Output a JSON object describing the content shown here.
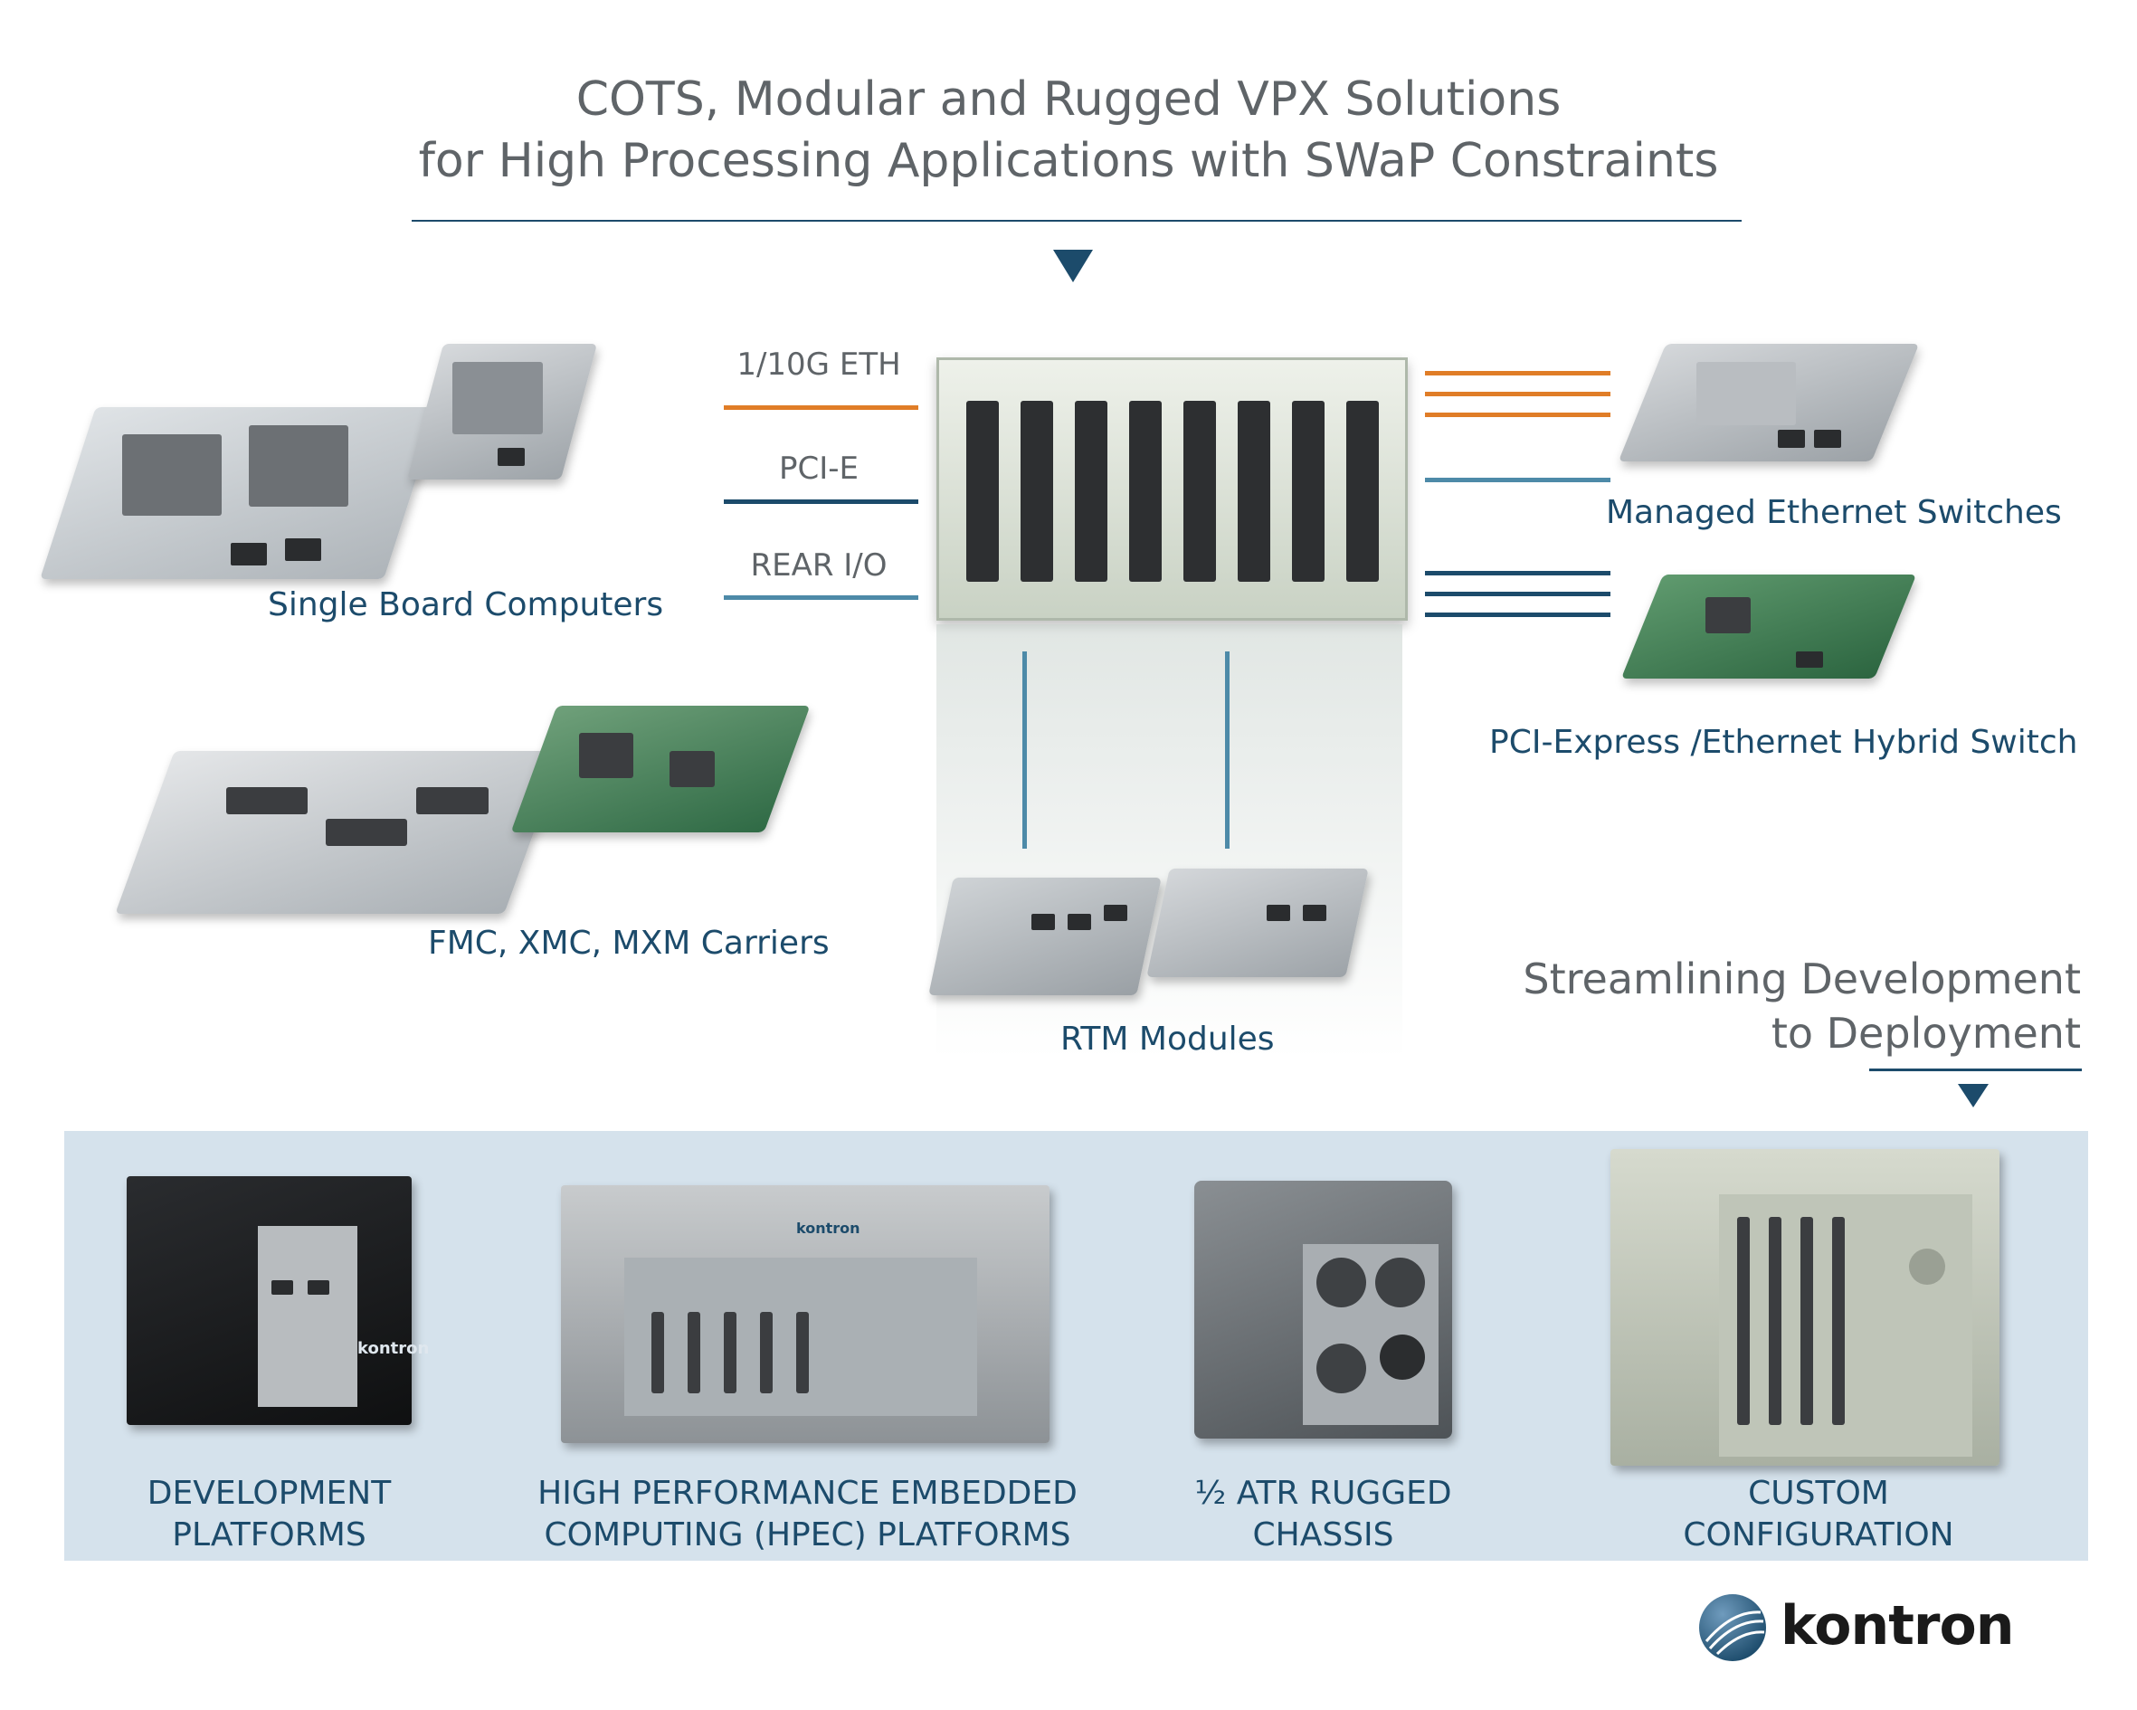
{
  "header": {
    "title_line1": "COTS, Modular and Rugged VPX Solutions",
    "title_line2": "for High Processing Applications with SWaP Constraints"
  },
  "bus_labels": {
    "eth": "1/10G ETH",
    "pcie": "PCI-E",
    "rear_io": "REAR I/O"
  },
  "modules": {
    "sbc": "Single Board Computers",
    "carriers": "FMC, XMC, MXM Carriers",
    "rtm": "RTM Modules",
    "switches": "Managed Ethernet Switches",
    "hybrid": "PCI-Express /Ethernet Hybrid Switch"
  },
  "streamlining": {
    "line1": "Streamlining Development",
    "line2": "to Deployment"
  },
  "platforms": [
    {
      "line1": "DEVELOPMENT",
      "line2": "PLATFORMS"
    },
    {
      "line1": "HIGH PERFORMANCE EMBEDDED",
      "line2": "COMPUTING (HPEC) PLATFORMS"
    },
    {
      "line1": "½ ATR RUGGED",
      "line2": "CHASSIS"
    },
    {
      "line1": "CUSTOM",
      "line2": "CONFIGURATION"
    }
  ],
  "logo": {
    "text": "kontron"
  },
  "colors": {
    "navy": "#1c4b6b",
    "orange": "#e07d27",
    "teal": "#4d8aa8",
    "gray_text": "#5f6468",
    "panel_bg": "#d5e2ec"
  }
}
